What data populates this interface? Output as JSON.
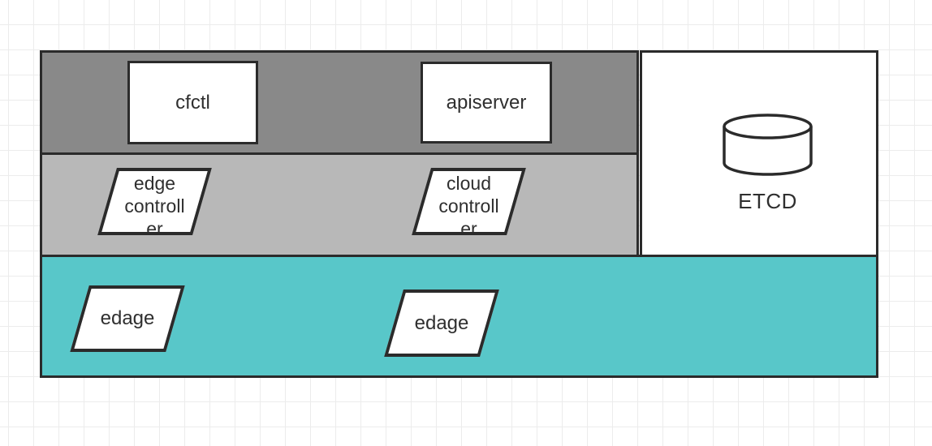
{
  "diagram": {
    "cloud_node": {
      "cfctl_label": "cfctl",
      "apiserver_label": "apiserver",
      "edge_controller_lines": [
        "edge",
        "controll",
        "er"
      ],
      "cloud_controller_lines": [
        "cloud",
        "controll",
        "er"
      ]
    },
    "etcd": {
      "label": "ETCD",
      "icon": "database-cylinder"
    },
    "edge_zone": {
      "edage_left_label": "edage",
      "edage_right_label": "edage"
    },
    "colors": {
      "control_band": "#898989",
      "controller_band": "#b8b8b8",
      "edge_band": "#58c7c9",
      "node_fill": "#ffffff",
      "stroke": "#2b2b2b",
      "grid_line": "#ececec"
    }
  }
}
